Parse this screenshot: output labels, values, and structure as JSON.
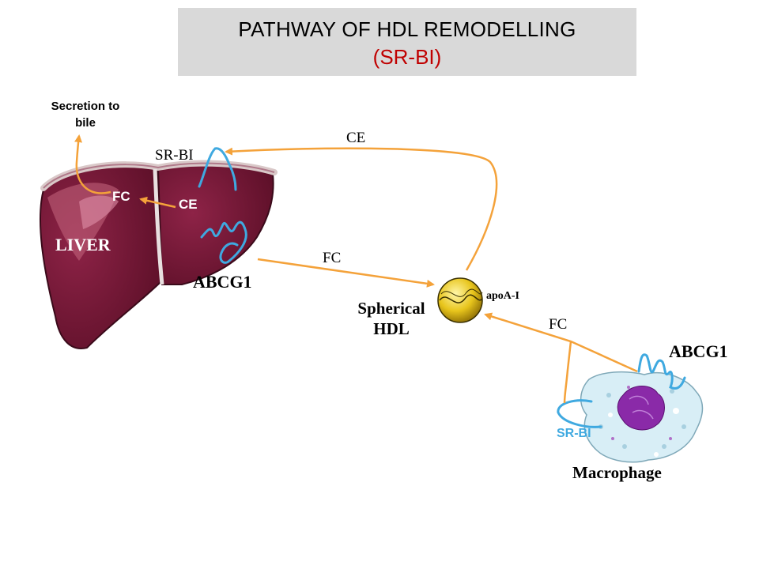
{
  "title": {
    "line1": "PATHWAY OF HDL REMODELLING",
    "line2": "(SR-BI)"
  },
  "labels": {
    "secretion_line1": "Secretion to",
    "secretion_line2": "bile",
    "liver": "LIVER",
    "fc_liver": "FC",
    "ce_liver": "CE",
    "srbi_liver": "SR-BI",
    "abcg1_liver": "ABCG1",
    "ce_top": "CE",
    "fc_to_hdl": "FC",
    "hdl_line1": "Spherical",
    "hdl_line2": "HDL",
    "apoa1": "apoA-I",
    "fc_macrophage": "FC",
    "abcg1_macrophage": "ABCG1",
    "srbi_macrophage": "SR-BI",
    "macrophage": "Macrophage"
  },
  "colors": {
    "title_bg": "#d9d9d9",
    "title_accent": "#c00000",
    "arrow": "#f4a23a",
    "receptor": "#3fa9e0",
    "liver": "#7a1a3a",
    "liver_highlight": "#c0607a",
    "hdl": "#e8c51c",
    "macrophage_cell": "#d8eef6",
    "nucleus": "#8a2aa8",
    "srbi_macrophage_text": "#3fa9e0"
  }
}
